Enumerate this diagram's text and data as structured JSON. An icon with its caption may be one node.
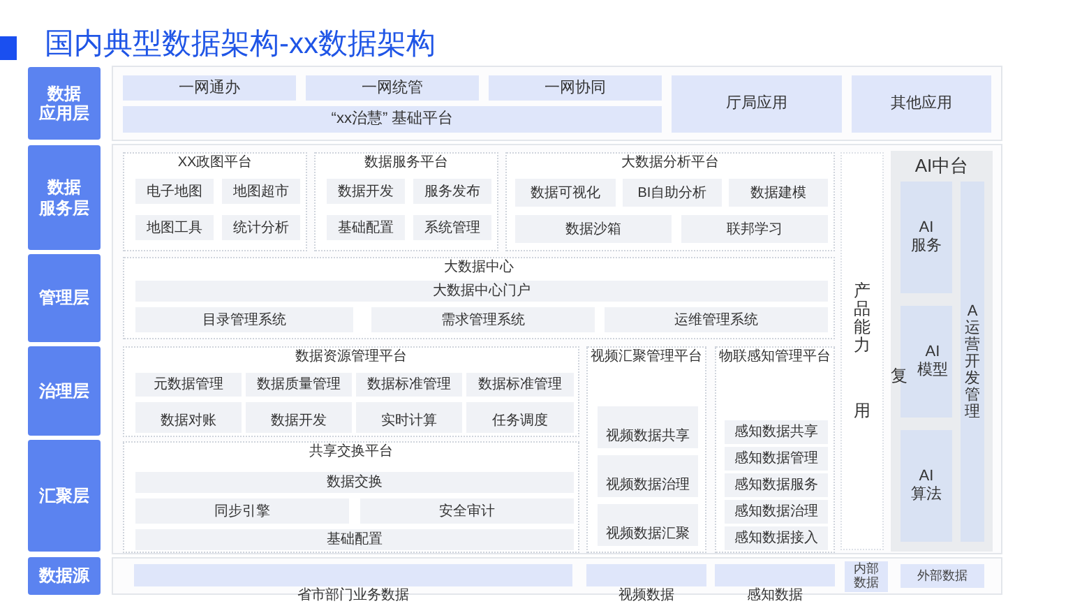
{
  "diagram": {
    "title": "国内典型数据架构-xx数据架构",
    "nodes": [
      {
        "text": [
          "数据应用层"
        ]
      },
      {
        "text": [
          "一网通办"
        ]
      },
      {
        "text": [
          "一网统管"
        ]
      },
      {
        "text": [
          "一网协同"
        ]
      },
      {
        "text": [
          "厅局应用"
        ]
      },
      {
        "text": [
          "其他应用"
        ]
      },
      {
        "text": [
          "“xx治慧” 基础平台"
        ]
      },
      {
        "text": [
          "数据服务层"
        ]
      },
      {
        "text": [
          "XX政图平台"
        ]
      },
      {
        "text": [
          "电子地图"
        ],
        "in": 8
      },
      {
        "text": [
          "地图超市"
        ],
        "in": 8
      },
      {
        "text": [
          "地图工具"
        ],
        "in": 8
      },
      {
        "text": [
          "统计分析"
        ],
        "in": 8
      },
      {
        "text": [
          "数据服务平台"
        ]
      },
      {
        "text": [
          "数据开发"
        ],
        "in": 13
      },
      {
        "text": [
          "服务发布"
        ],
        "in": 13
      },
      {
        "text": [
          "基础配置"
        ],
        "in": 13
      },
      {
        "text": [
          "系统管理"
        ],
        "in": 13
      },
      {
        "text": [
          "大数据分析平台"
        ]
      },
      {
        "text": [
          "数据可视化"
        ],
        "in": 18
      },
      {
        "text": [
          "BI自助分析"
        ],
        "in": 18
      },
      {
        "text": [
          "数据建模"
        ],
        "in": 18
      },
      {
        "text": [
          "数据沙箱"
        ],
        "in": 18
      },
      {
        "text": [
          "联邦学习"
        ],
        "in": 18
      },
      {
        "text": [
          "产品能力",
          "用"
        ]
      },
      {
        "text": [
          "AI中台"
        ]
      },
      {
        "text": [
          "AI服务"
        ],
        "in": 25
      },
      {
        "text": [
          "AI模型"
        ],
        "in": 25
      },
      {
        "text": [
          "AI算法"
        ],
        "in": 25
      },
      {
        "text": [
          "A运营开发管理"
        ],
        "in": 25
      },
      {
        "text": [
          "管理层"
        ]
      },
      {
        "text": [
          "大数据中心"
        ]
      },
      {
        "text": [
          "大数据中心门户"
        ],
        "in": 31
      },
      {
        "text": [
          "目录管理系统"
        ],
        "in": 31
      },
      {
        "text": [
          "需求管理系统"
        ],
        "in": 31
      },
      {
        "text": [
          "运维管理系统"
        ],
        "in": 31
      },
      {
        "text": [
          "治理层"
        ]
      },
      {
        "text": [
          "数据资源管理平台"
        ]
      },
      {
        "text": [
          "元数据管理"
        ],
        "in": 37
      },
      {
        "text": [
          "数据质量管理"
        ],
        "in": 37
      },
      {
        "text": [
          "数据标准管理"
        ],
        "in": 37
      },
      {
        "text": [
          "数据标准管理"
        ],
        "in": 37
      },
      {
        "text": [
          "数据对账"
        ],
        "in": 37
      },
      {
        "text": [
          "数据开发"
        ],
        "in": 37
      },
      {
        "text": [
          "实时计算"
        ],
        "in": 37
      },
      {
        "text": [
          "任务调度"
        ],
        "in": 37
      },
      {
        "text": [
          "视频汇聚管理平台"
        ]
      },
      {
        "text": [
          "视频数据共享"
        ],
        "in": 46
      },
      {
        "text": [
          "视频数据治理"
        ],
        "in": 46
      },
      {
        "text": [
          "视频数据汇聚"
        ],
        "in": 46
      },
      {
        "text": [
          "物联感知管理平台"
        ]
      },
      {
        "text": [
          "感知数据共享"
        ],
        "in": 50
      },
      {
        "text": [
          "感知数据管理"
        ],
        "in": 50
      },
      {
        "text": [
          "感知数据服务"
        ],
        "in": 50
      },
      {
        "text": [
          "感知数据治理"
        ],
        "in": 50
      },
      {
        "text": [
          "感知数据接入"
        ],
        "in": 50
      },
      {
        "text": [
          "汇聚层"
        ]
      },
      {
        "text": [
          "共享交换平台"
        ]
      },
      {
        "text": [
          "数据交换"
        ],
        "in": 57
      },
      {
        "text": [
          "同步引擎"
        ],
        "in": 57
      },
      {
        "text": [
          "安全审计"
        ],
        "in": 57
      },
      {
        "text": [
          "基础配置"
        ],
        "in": 57
      },
      {
        "text": [
          "数据源"
        ]
      },
      {
        "text": [
          "省市部门业务数据"
        ]
      },
      {
        "text": [
          "视频数据"
        ]
      },
      {
        "text": [
          "感知数据"
        ]
      },
      {
        "text": [
          "内部数据"
        ]
      },
      {
        "text": [
          "外部数据"
        ]
      }
    ],
    "labels": [
      "复"
    ]
  }
}
